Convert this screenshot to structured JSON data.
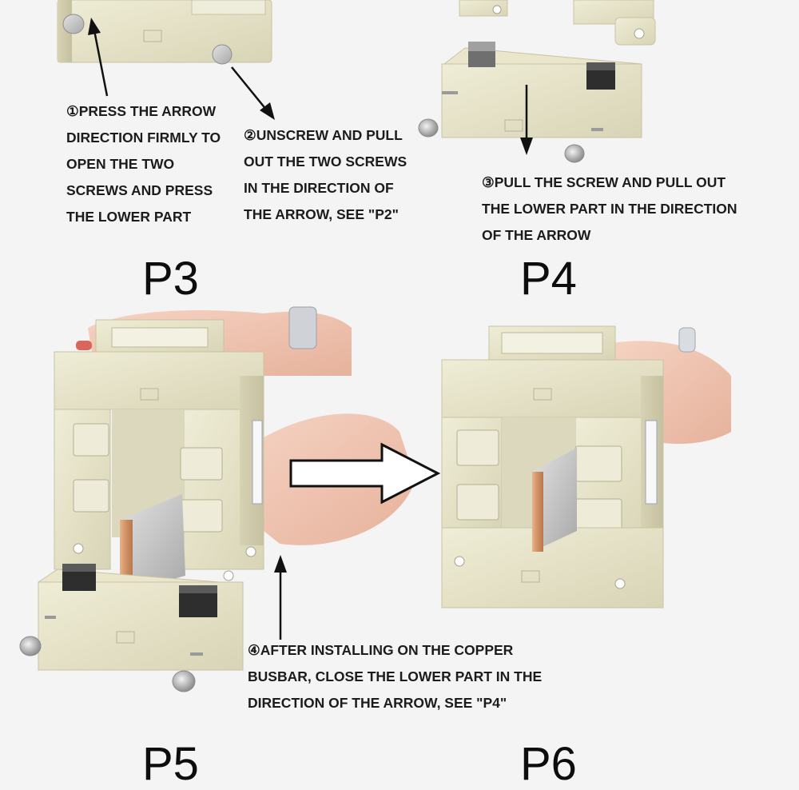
{
  "steps": {
    "s1": "①PRESS THE ARROW\nDIRECTION FIRMLY TO\nOPEN THE TWO\nSCREWS AND PRESS\nTHE LOWER PART",
    "s2": "②UNSCREW AND PULL\nOUT THE TWO SCREWS\nIN THE DIRECTION OF\nTHE ARROW, SEE \"P2\"",
    "s3": "③PULL THE SCREW AND PULL OUT\nTHE LOWER PART IN THE DIRECTION\nOF THE ARROW",
    "s4": "④AFTER INSTALLING ON THE COPPER\nBUSBAR, CLOSE THE LOWER PART IN THE\nDIRECTION OF THE ARROW, SEE \"P4\""
  },
  "panels": {
    "p3": "P3",
    "p4": "P4",
    "p5": "P5",
    "p6": "P6"
  },
  "colors": {
    "housing": "#e6e3c8",
    "housing_shade": "#cfcbab",
    "skin": "#f0c7b4",
    "copper": "#d79a6c",
    "core": "#3a3a3a",
    "background": "#f4f4f4"
  }
}
